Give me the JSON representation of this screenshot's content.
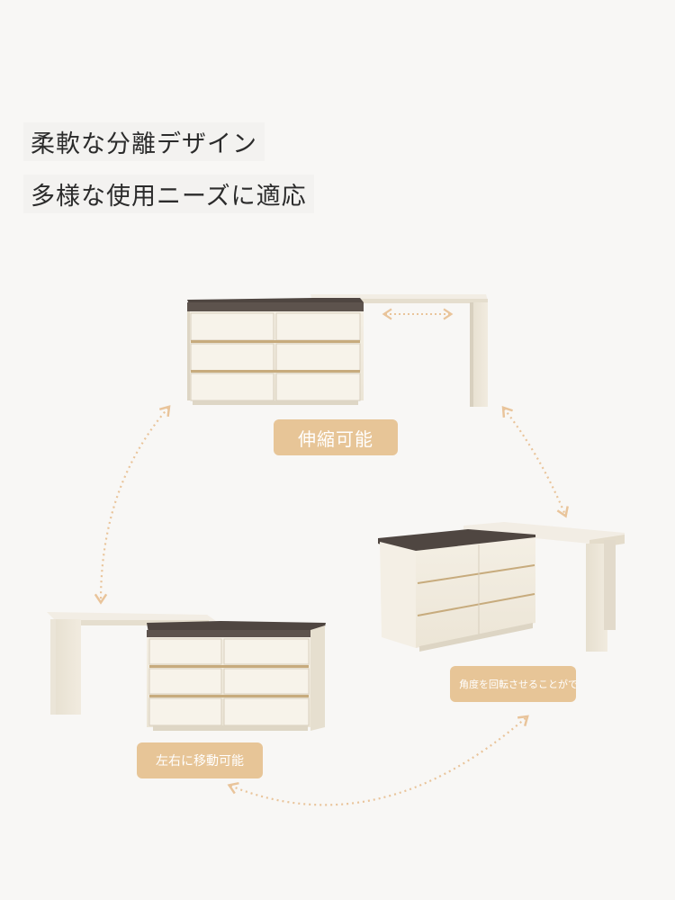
{
  "headings": {
    "line1": "柔軟な分離デザイン",
    "line2": "多様な使用ニーズに適応"
  },
  "badges": {
    "extend": "伸縮可能",
    "rotate": "角度を回転させることができる",
    "move": "左右に移動可能"
  },
  "colors": {
    "background": "#f8f7f5",
    "badge": "#e7c597",
    "badge_text": "#ffffff",
    "arrow": "#e9c49a",
    "cabinet_body": "#efe9dc",
    "cabinet_top": "#4f4641",
    "heading_text": "#2b2b2b"
  },
  "icons": [
    "double-arrow-icon",
    "cycle-arrow-icon"
  ]
}
